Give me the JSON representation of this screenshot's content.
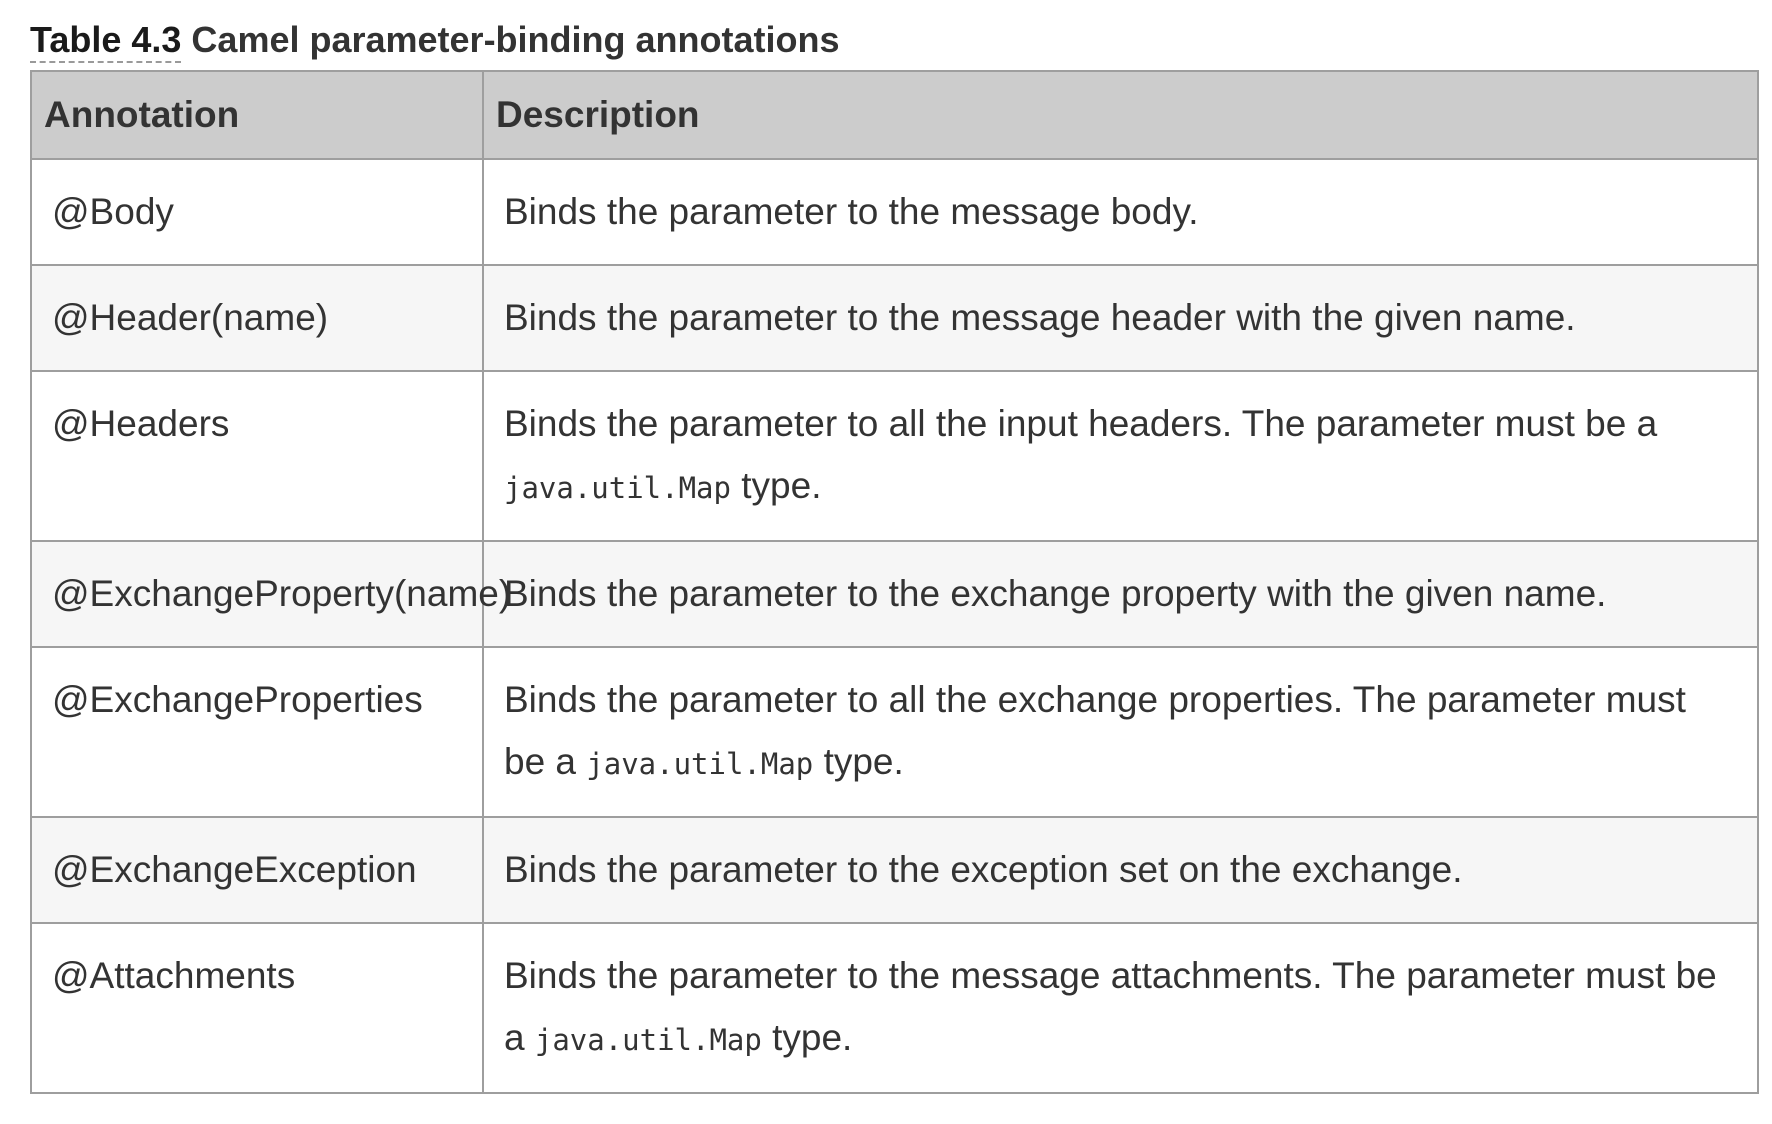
{
  "caption": {
    "label": "Table 4.3",
    "title": "Camel parameter-binding annotations"
  },
  "table": {
    "headers": [
      "Annotation",
      "Description"
    ],
    "rows": [
      {
        "annotation": "@Body",
        "description": "Binds the parameter to the message body."
      },
      {
        "annotation": "@Header(name)",
        "description": "Binds the parameter to the message header with the given name."
      },
      {
        "annotation": "@Headers",
        "description_pre": "Binds the parameter to all the input headers. The parameter must be a",
        "description_code": "java.util.Map",
        "description_post": "type."
      },
      {
        "annotation": "@ExchangeProperty(name)",
        "description": "Binds the parameter to the exchange property with the given name."
      },
      {
        "annotation": "@ExchangeProperties",
        "description_pre": "Binds the parameter to all the exchange properties. The parameter must be a",
        "description_code": "java.util.Map",
        "description_post": "type."
      },
      {
        "annotation": "@ExchangeException",
        "description": "Binds the parameter to the exception set on the exchange."
      },
      {
        "annotation": "@Attachments",
        "description_pre": "Binds the parameter to the message attachments. The parameter must be a",
        "description_code": "java.util.Map",
        "description_post": "type."
      }
    ]
  }
}
